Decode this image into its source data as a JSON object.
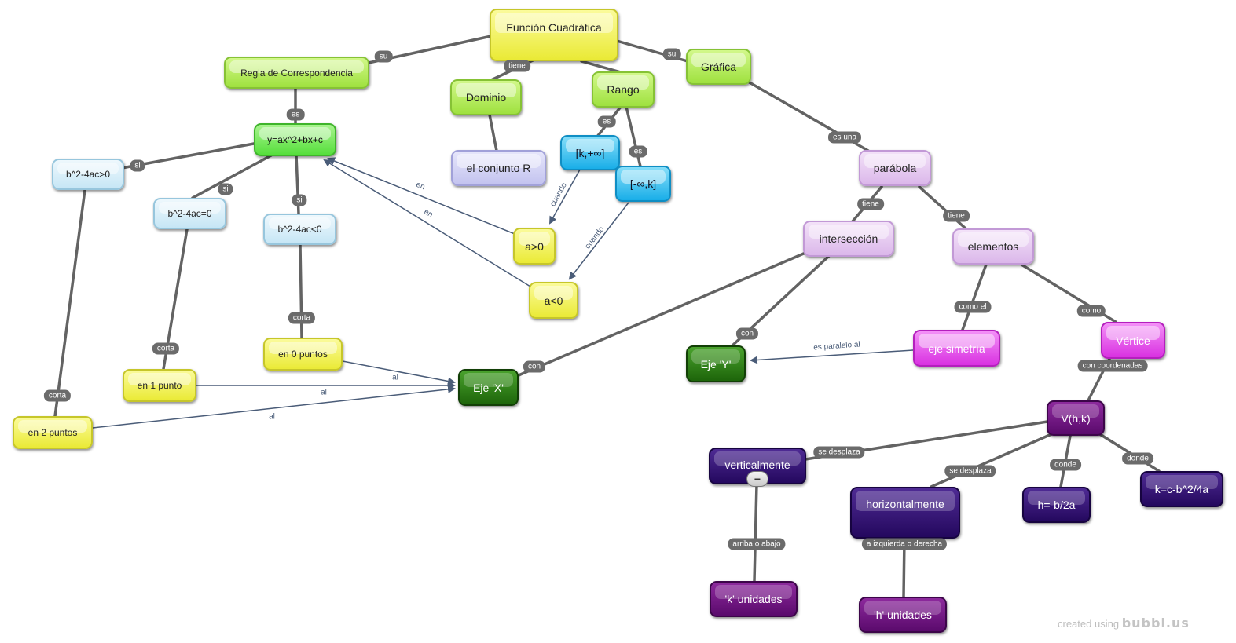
{
  "nodes": {
    "funcion": "Función Cuadrática",
    "regla": "Regla de Correspondencia",
    "dominio": "Dominio",
    "conjunto_r": "el conjunto R",
    "rango": "Rango",
    "k_inf": "[k,+∞]",
    "inf_k": "[-∞,k]",
    "grafica": "Gráfica",
    "ecuacion": "y=ax^2+bx+c",
    "disc_pos": "b^2-4ac>0",
    "disc_cero": "b^2-4ac=0",
    "disc_neg": "b^2-4ac<0",
    "a_pos": "a>0",
    "a_neg": "a<0",
    "parabola": "parábola",
    "interseccion": "intersección",
    "elementos": "elementos",
    "en_0": "en 0 puntos",
    "en_1": "en 1 punto",
    "en_2": "en 2 puntos",
    "eje_x": "Eje 'X'",
    "eje_y": "Eje 'Y'",
    "eje_simetria": "eje simetría",
    "vertice": "Vértice",
    "vhk": "V(h,k)",
    "verticalmente": "verticalmente",
    "horizontalmente": "horizontalmente",
    "h_formula": "h=-b/2a",
    "k_formula": "k=c-b^2/4a",
    "k_unidades": "'k' unidades",
    "h_unidades": "'h' unidades"
  },
  "links": {
    "su_left": "su",
    "su_right": "su",
    "tiene_top": "tiene",
    "es_regla": "es",
    "si_1": "si",
    "si_2": "si",
    "si_3": "si",
    "es_k_inf": "es",
    "es_inf_k": "es",
    "cuando_1": "cuando",
    "cuando_2": "cuando",
    "en_1": "en",
    "en_2": "en",
    "es_una": "es una",
    "tiene_interseccion": "tiene",
    "tiene_elementos": "tiene",
    "corta_1": "corta",
    "corta_2": "corta",
    "corta_3": "corta",
    "al_1": "al",
    "al_2": "al",
    "al_3": "al",
    "con_x": "con",
    "con_y": "con",
    "como_el": "como el",
    "como": "como",
    "es_paralelo": "es paralelo al",
    "con_coordenadas": "con coordenadas",
    "se_desplaza_1": "se desplaza",
    "se_desplaza_2": "se desplaza",
    "donde_1": "donde",
    "donde_2": "donde",
    "arriba_abajo": "arriba o abajo",
    "izq_der": "a izquierda o derecha"
  },
  "collapse_symbol": "−",
  "footer": {
    "created": "created using",
    "brand": "bubbl.us"
  }
}
